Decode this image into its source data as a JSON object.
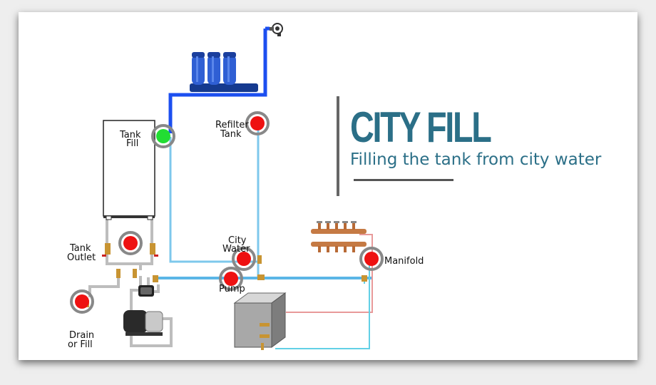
{
  "title": "CITY FILL",
  "subtitle": "Filling the tank from city water",
  "labels": {
    "tank_fill": [
      "Tank",
      "Fill"
    ],
    "refilter_tank": [
      "Refilter",
      "Tank"
    ],
    "city_water": [
      "City",
      "Water"
    ],
    "pump": "Pump",
    "manifold": "Manifold",
    "tank_outlet": [
      "Tank",
      "Outlet"
    ],
    "drain_or_fill": [
      "Drain",
      "or Fill"
    ]
  },
  "colors": {
    "active_pipe": "#1c4ff0",
    "water_line": "#7ec8ec",
    "cold_line": "#62d0e6",
    "hot_line": "#e89a9a",
    "drain_line": "#bdbdbd",
    "title": "#2b6f87",
    "marker_active": "#22dd33",
    "marker": "#ee1111"
  }
}
